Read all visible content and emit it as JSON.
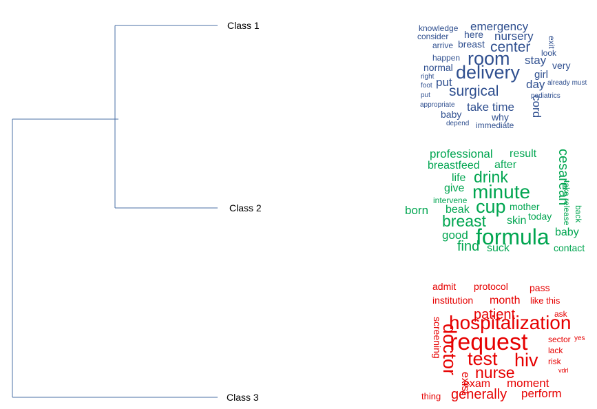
{
  "dendrogram": {
    "line_color": "#4a6fa5",
    "classes": [
      {
        "label": "Class 1"
      },
      {
        "label": "Class 2"
      },
      {
        "label": "Class 3"
      }
    ]
  },
  "clouds": [
    {
      "name": "class-1-cloud",
      "color": "#2f4f8f",
      "words": [
        {
          "text": "knowledge"
        },
        {
          "text": "emergency"
        },
        {
          "text": "consider"
        },
        {
          "text": "here"
        },
        {
          "text": "nursery"
        },
        {
          "text": "exit"
        },
        {
          "text": "arrive"
        },
        {
          "text": "breast"
        },
        {
          "text": "center"
        },
        {
          "text": "look"
        },
        {
          "text": "happen"
        },
        {
          "text": "room"
        },
        {
          "text": "stay"
        },
        {
          "text": "normal"
        },
        {
          "text": "very"
        },
        {
          "text": "right"
        },
        {
          "text": "delivery"
        },
        {
          "text": "girl"
        },
        {
          "text": "foot"
        },
        {
          "text": "put"
        },
        {
          "text": "day"
        },
        {
          "text": "already must"
        },
        {
          "text": "surgical"
        },
        {
          "text": "put"
        },
        {
          "text": "pediatrics"
        },
        {
          "text": "appropriate"
        },
        {
          "text": "cord"
        },
        {
          "text": "take time"
        },
        {
          "text": "baby"
        },
        {
          "text": "why"
        },
        {
          "text": "depend"
        },
        {
          "text": "immediate"
        }
      ]
    },
    {
      "name": "class-2-cloud",
      "color": "#00a550",
      "words": [
        {
          "text": "professional"
        },
        {
          "text": "result"
        },
        {
          "text": "cesarean"
        },
        {
          "text": "breastfeed"
        },
        {
          "text": "after"
        },
        {
          "text": "drink"
        },
        {
          "text": "life"
        },
        {
          "text": "give"
        },
        {
          "text": "minute"
        },
        {
          "text": "take release"
        },
        {
          "text": "intervene"
        },
        {
          "text": "cup"
        },
        {
          "text": "mother"
        },
        {
          "text": "born"
        },
        {
          "text": "beak"
        },
        {
          "text": "back"
        },
        {
          "text": "breast"
        },
        {
          "text": "skin"
        },
        {
          "text": "today"
        },
        {
          "text": "good"
        },
        {
          "text": "formula"
        },
        {
          "text": "baby"
        },
        {
          "text": "find"
        },
        {
          "text": "suck"
        },
        {
          "text": "contact"
        }
      ]
    },
    {
      "name": "class-3-cloud",
      "color": "#e60000",
      "words": [
        {
          "text": "admit"
        },
        {
          "text": "protocol"
        },
        {
          "text": "pass"
        },
        {
          "text": "institution"
        },
        {
          "text": "month"
        },
        {
          "text": "like this"
        },
        {
          "text": "screening"
        },
        {
          "text": "patient"
        },
        {
          "text": "ask"
        },
        {
          "text": "hospitalization"
        },
        {
          "text": "doctor"
        },
        {
          "text": "request"
        },
        {
          "text": "sector"
        },
        {
          "text": "yes"
        },
        {
          "text": "lack"
        },
        {
          "text": "test"
        },
        {
          "text": "hiv"
        },
        {
          "text": "risk"
        },
        {
          "text": "exist"
        },
        {
          "text": "nurse"
        },
        {
          "text": "vdrl"
        },
        {
          "text": "exam"
        },
        {
          "text": "moment"
        },
        {
          "text": "thing"
        },
        {
          "text": "generally"
        },
        {
          "text": "perform"
        }
      ]
    }
  ]
}
